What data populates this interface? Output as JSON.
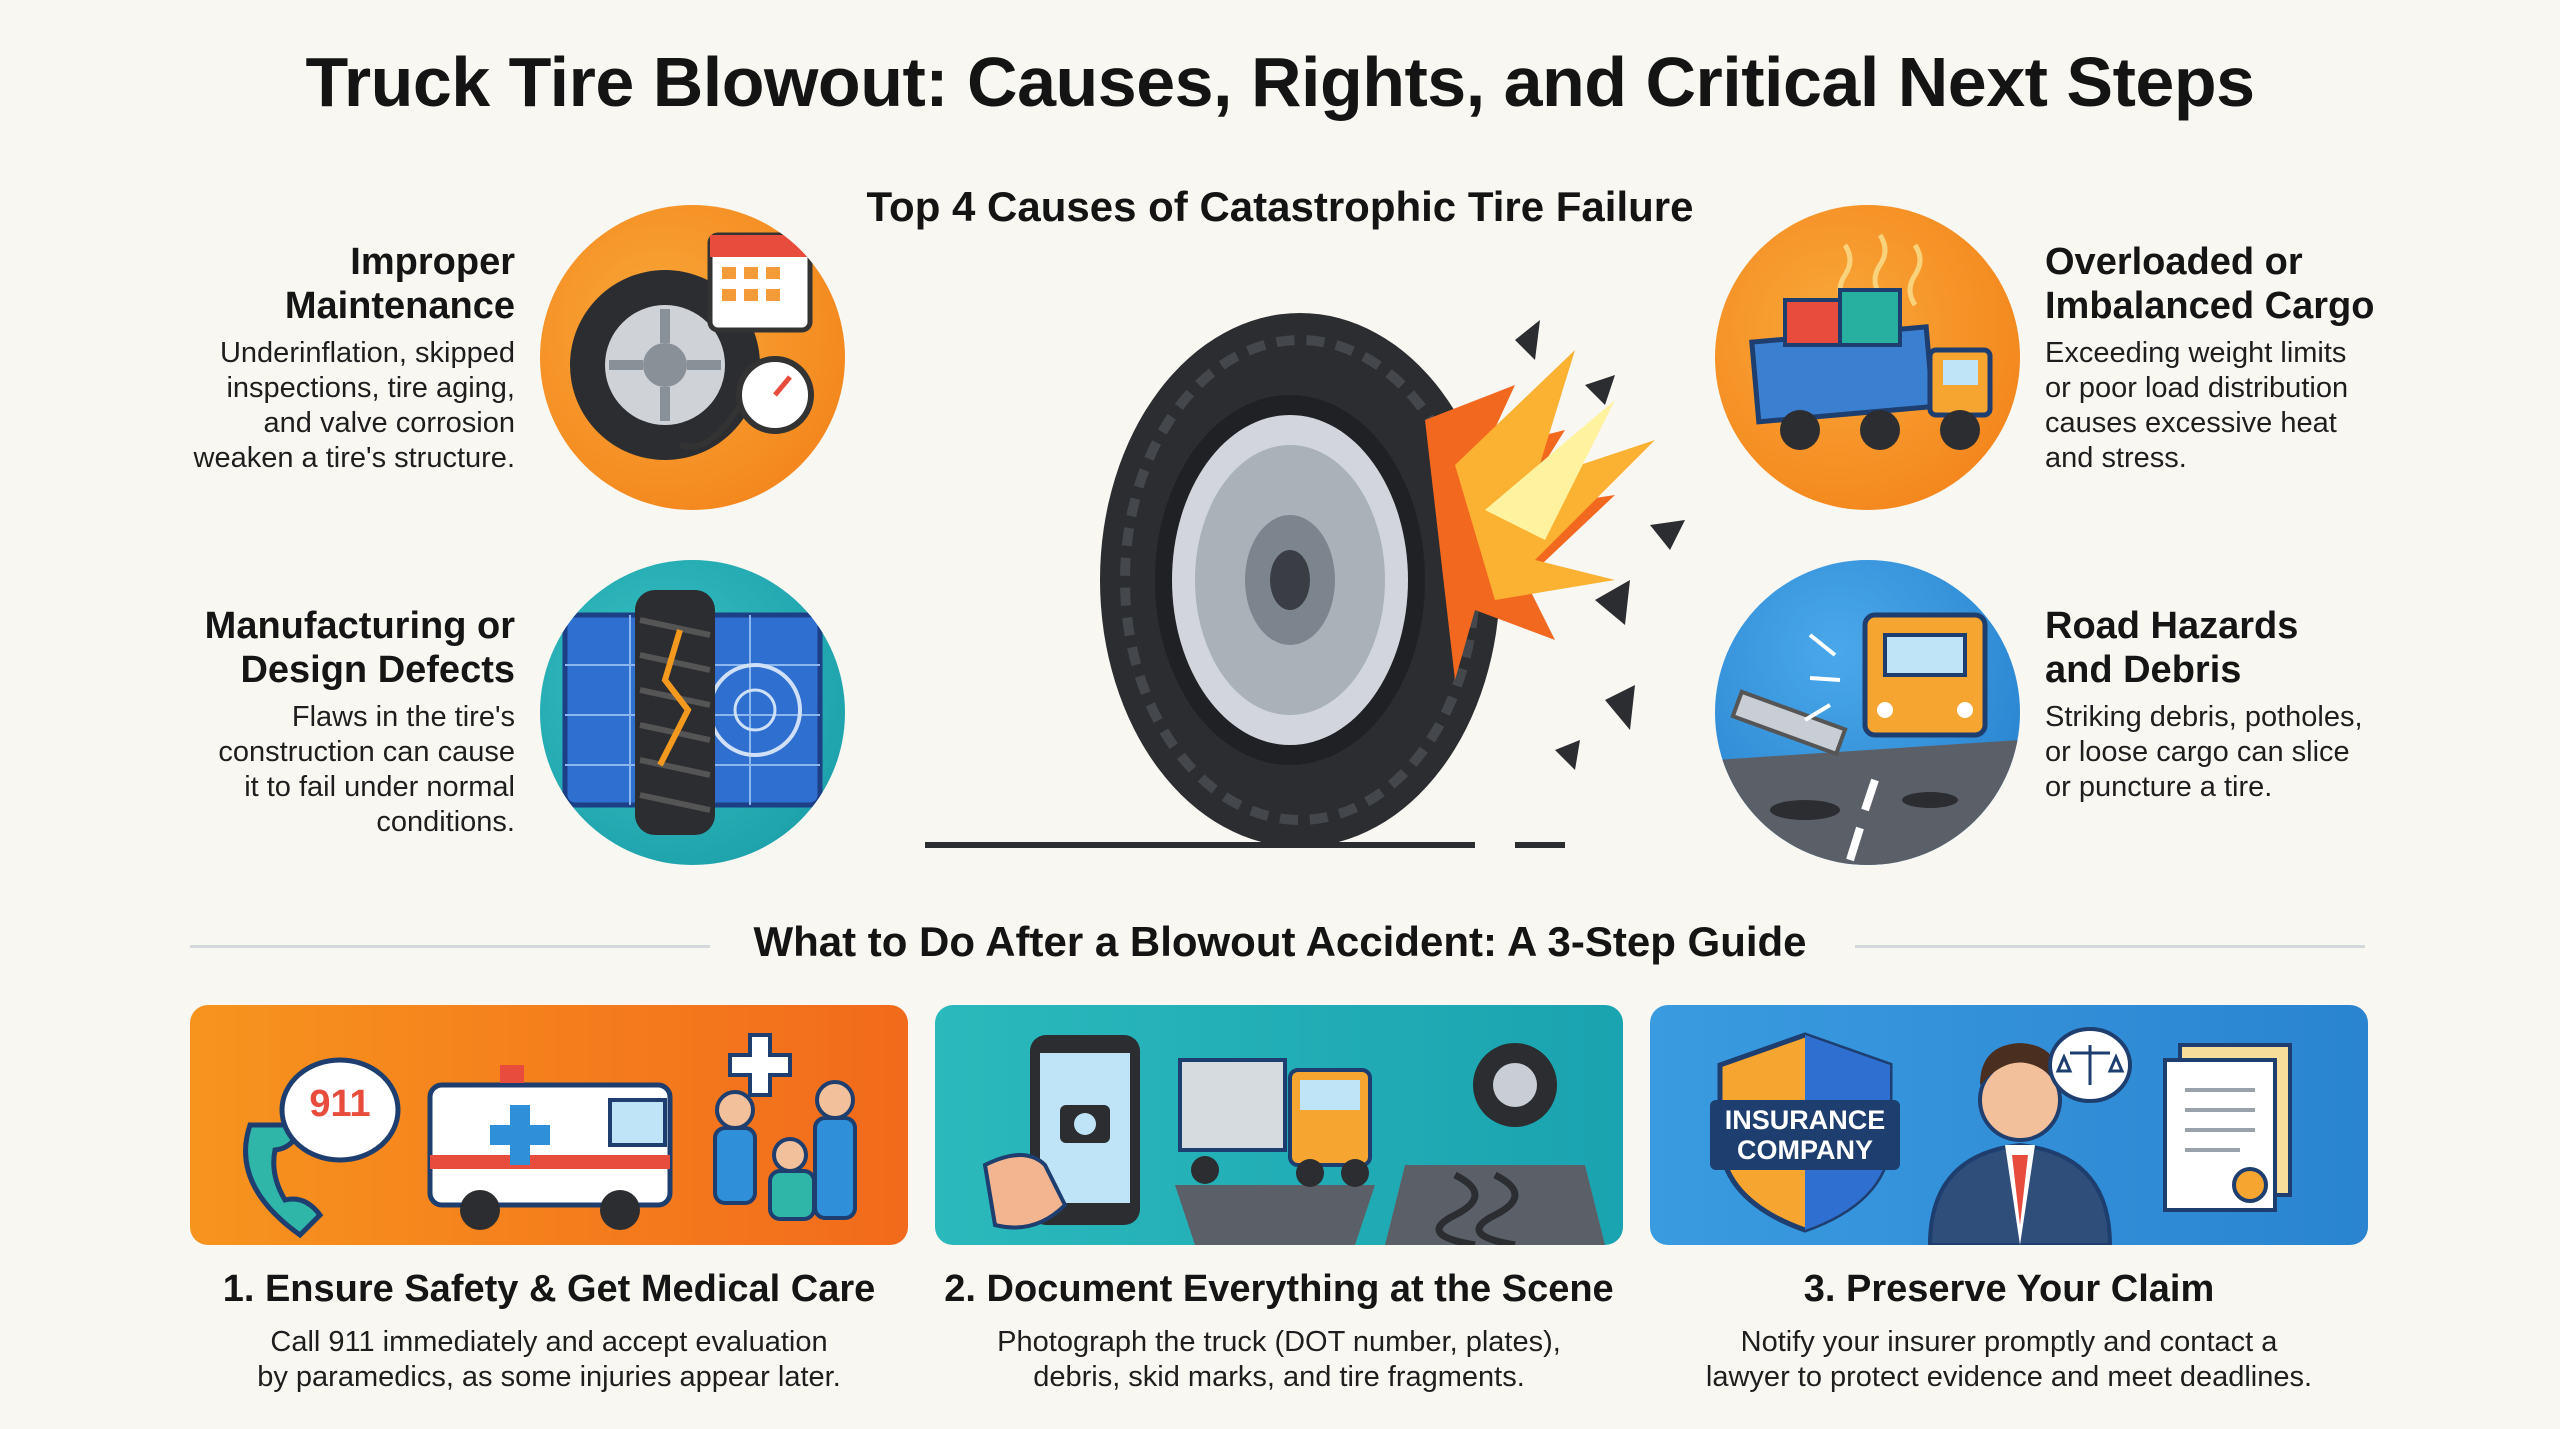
{
  "title": "Truck Tire Blowout: Causes, Rights, and Critical Next Steps",
  "causes_section_title": "Top 4 Causes of Catastrophic Tire Failure",
  "causes": [
    {
      "heading_lines": [
        "Improper",
        "Maintenance"
      ],
      "body_lines": [
        "Underinflation, skipped",
        "inspections, tire aging,",
        "and valve corrosion",
        "weaken a tire's structure."
      ],
      "icon": "tire-pressure-gauge-icon"
    },
    {
      "heading_lines": [
        "Manufacturing or",
        "Design Defects"
      ],
      "body_lines": [
        "Flaws in the tire's",
        "construction can cause",
        "it to fail under normal",
        "conditions."
      ],
      "icon": "cracked-tire-blueprint-icon"
    },
    {
      "heading_lines": [
        "Overloaded or",
        "Imbalanced Cargo"
      ],
      "body_lines": [
        "Exceeding weight limits",
        "or poor load distribution",
        "causes excessive heat",
        "and stress."
      ],
      "icon": "overloaded-truck-icon"
    },
    {
      "heading_lines": [
        "Road Hazards",
        "and Debris"
      ],
      "body_lines": [
        "Striking debris, potholes,",
        "or loose cargo can slice",
        "or puncture a tire."
      ],
      "icon": "road-debris-truck-icon"
    }
  ],
  "steps_section_title": "What to Do After a Blowout Accident: A 3-Step Guide",
  "steps": [
    {
      "heading": "1. Ensure Safety & Get Medical Care",
      "body_lines": [
        "Call 911 immediately and accept evaluation",
        "by paramedics, as some injuries appear later."
      ],
      "panel_labels": {
        "call_number": "911"
      },
      "icon": "ambulance-paramedics-icon"
    },
    {
      "heading": "2. Document Everything at the Scene",
      "body_lines": [
        "Photograph the truck (DOT number, plates),",
        "debris, skid marks, and tire fragments."
      ],
      "icon": "camera-phone-scene-icon"
    },
    {
      "heading": "3. Preserve Your Claim",
      "body_lines": [
        "Notify your insurer promptly and contact a",
        "lawyer to protect evidence and meet deadlines."
      ],
      "panel_labels": {
        "shield_line1": "INSURANCE",
        "shield_line2": "COMPANY"
      },
      "icon": "insurance-lawyer-document-icon"
    }
  ],
  "colors": {
    "orange": "#f7931e",
    "teal": "#21b3b8",
    "blue": "#2f8fd8",
    "tire": "#2b2d30",
    "background": "#f8f7f2"
  }
}
